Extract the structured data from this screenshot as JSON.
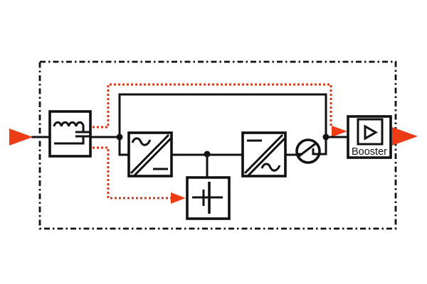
{
  "colors": {
    "background": "#ffffff",
    "line": "#111111",
    "red_accent": "#ee3d16",
    "red_control": "#d03a1b"
  },
  "diagram": {
    "type": "block-diagram",
    "booster": {
      "label": "Booster"
    },
    "blocks": [
      {
        "id": "power-input",
        "icon": "arrow-right-icon"
      },
      {
        "id": "line-filter",
        "icon": "inductor-capacitor-icon"
      },
      {
        "id": "rectifier",
        "icon": "ac-dc-converter-icon"
      },
      {
        "id": "battery",
        "icon": "battery-icon"
      },
      {
        "id": "inverter",
        "icon": "dc-ac-converter-icon"
      },
      {
        "id": "static-switch",
        "icon": "switch-icon"
      },
      {
        "id": "booster",
        "icon": "play-icon",
        "label": "Booster"
      },
      {
        "id": "power-output",
        "icon": "arrow-right-icon"
      }
    ],
    "paths": [
      {
        "id": "bypass-line",
        "style": "solid-black"
      },
      {
        "id": "control-line-to-booster",
        "style": "red-dotted"
      },
      {
        "id": "control-line-to-battery",
        "style": "red-dotted"
      }
    ]
  }
}
